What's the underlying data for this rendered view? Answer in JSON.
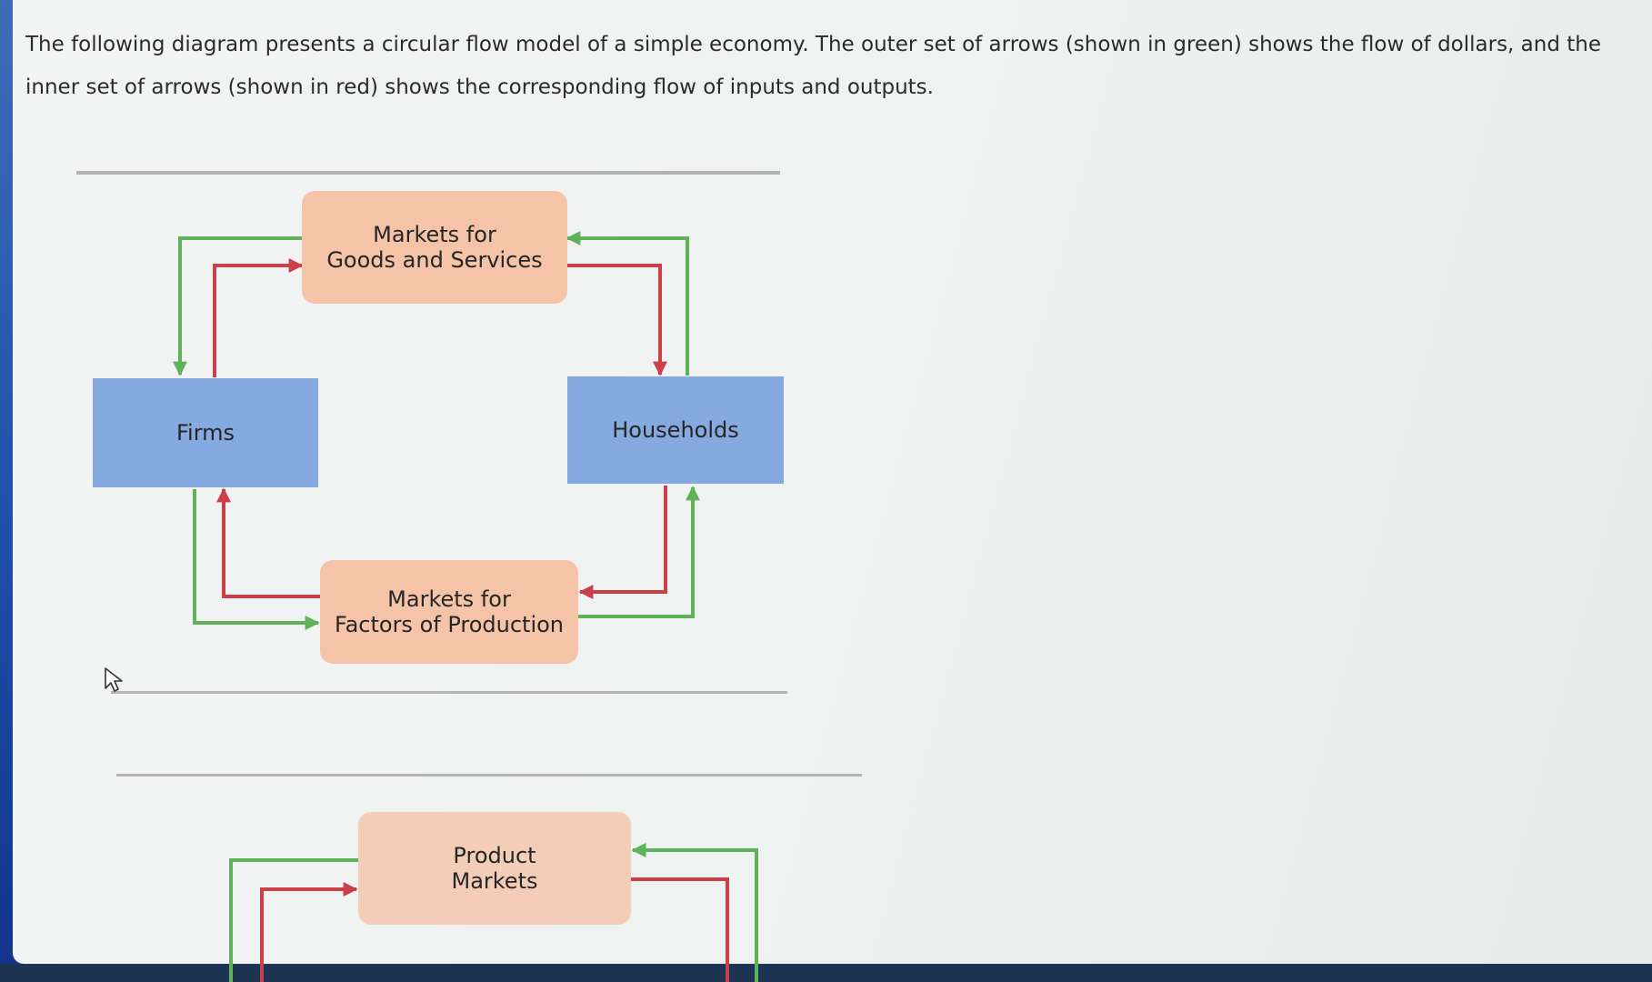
{
  "intro_text": "The following diagram presents a circular flow model of a simple economy. The outer set of arrows (shown in green) shows the flow of dollars, and the inner set of arrows (shown in red) shows the corresponding flow of inputs and outputs.",
  "diagram": {
    "goods_market_label": "Markets for\nGoods and Services",
    "firms_label": "Firms",
    "households_label": "Households",
    "factors_market_label": "Markets for\nFactors of Production"
  },
  "second_diagram": {
    "product_markets_label": "Product\nMarkets"
  },
  "colors": {
    "dollar_flow": "#5fb25a",
    "goods_flow": "#c9404a",
    "market_box": "#f4c3a8",
    "sector_box": "#86aae0"
  },
  "icons": {
    "cursor": "mouse-pointer-icon"
  }
}
